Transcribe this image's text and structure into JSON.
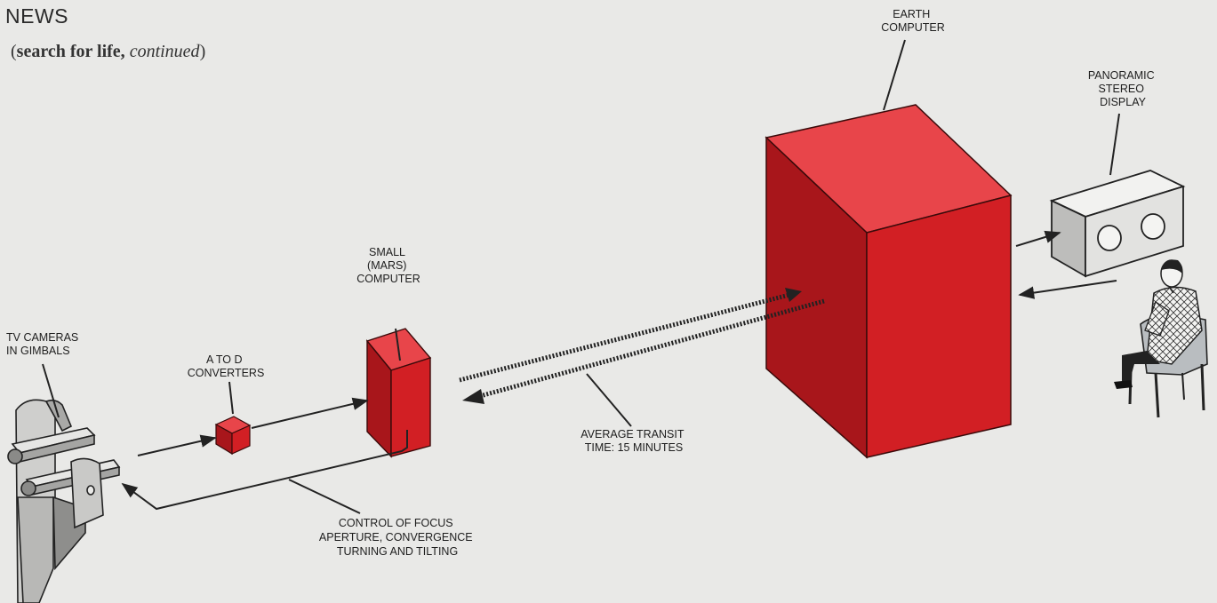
{
  "header": {
    "section": "NEWS",
    "subtitle_bold": "search for life,",
    "subtitle_italic": "continued"
  },
  "labels": {
    "earth_computer": [
      "EARTH",
      "COMPUTER"
    ],
    "panoramic_display": [
      "PANORAMIC",
      "STEREO",
      "DISPLAY"
    ],
    "mars_computer": [
      "SMALL",
      "(MARS)",
      "COMPUTER"
    ],
    "tv_cameras": [
      "TV  CAMERAS",
      "IN  GIMBALS"
    ],
    "a_to_d": [
      "A  TO  D",
      "CONVERTERS"
    ],
    "transit": [
      "AVERAGE  TRANSIT",
      "TIME:  15  MINUTES"
    ],
    "control": [
      "CONTROL  OF  FOCUS",
      "APERTURE,  CONVERGENCE",
      "TURNING  AND  TILTING"
    ]
  },
  "colors": {
    "box_front": "#d21f24",
    "box_top": "#e8454a",
    "box_side": "#a8161b",
    "background": "#e9e9e7"
  }
}
